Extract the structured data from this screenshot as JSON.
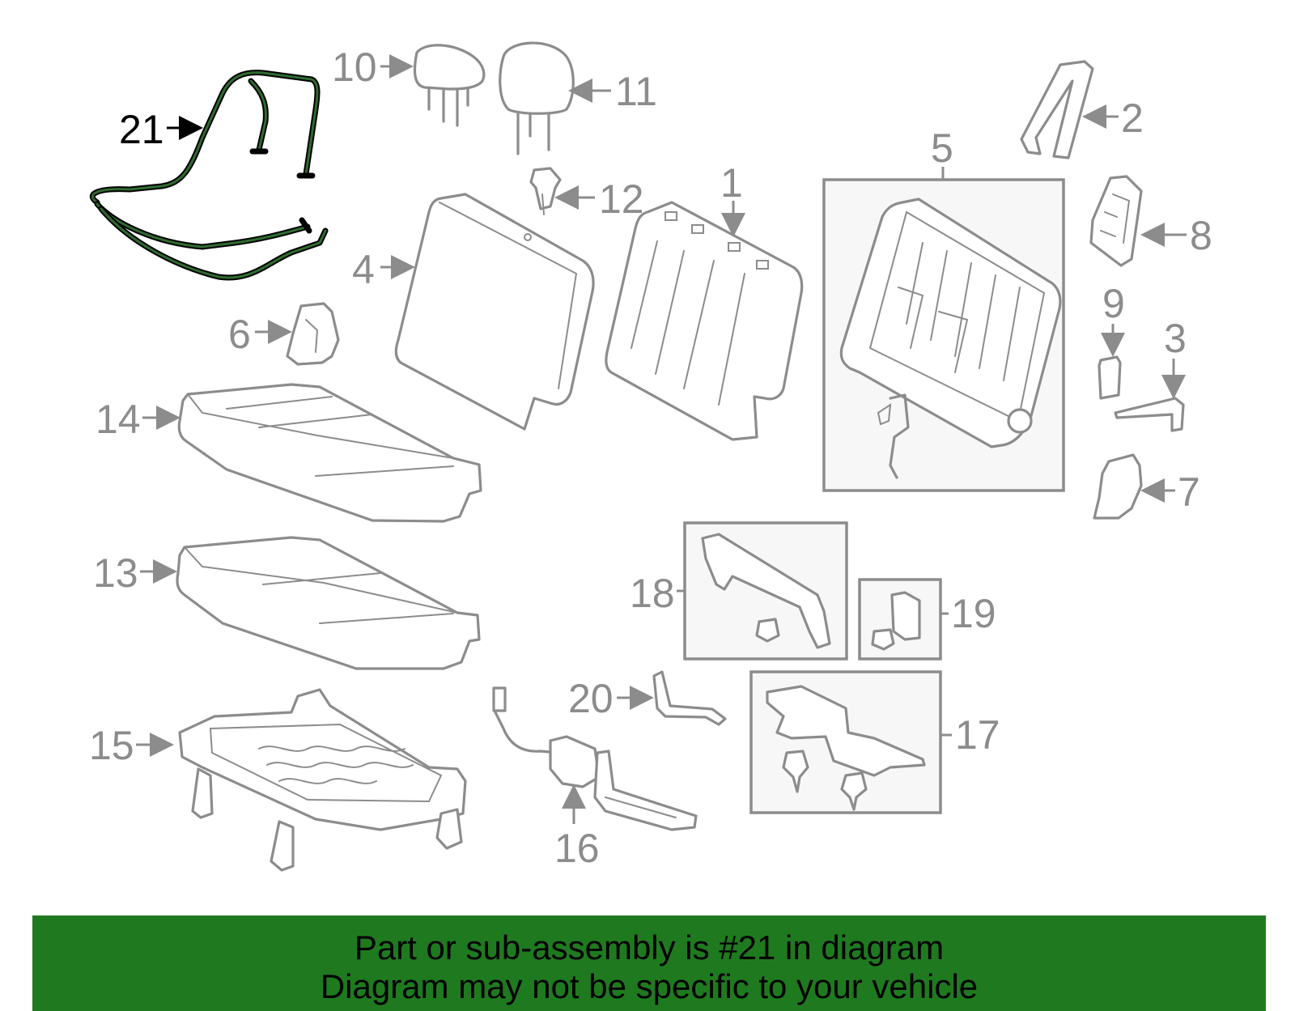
{
  "diagram": {
    "callouts": [
      "1",
      "2",
      "3",
      "4",
      "5",
      "6",
      "7",
      "8",
      "9",
      "10",
      "11",
      "12",
      "13",
      "14",
      "15",
      "16",
      "17",
      "18",
      "19",
      "20",
      "21"
    ],
    "highlighted_callout": "21",
    "colors": {
      "highlight": "#000000",
      "highlight_inner": "#2f6b2f",
      "parts": "#8c8c8c",
      "banner": "#1f7a1f"
    }
  },
  "banner": {
    "line1": "Part or sub-assembly is #21 in diagram",
    "line2": "Diagram may not be specific to your vehicle"
  }
}
